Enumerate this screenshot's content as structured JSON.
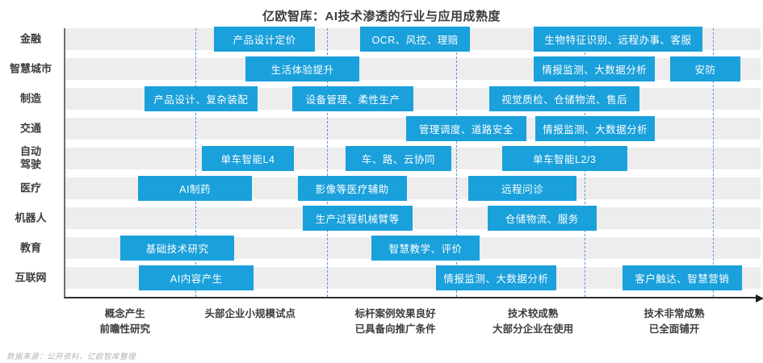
{
  "title": "亿欧智库：AI技术渗透的行业与应用成熟度",
  "source_note": "数据来源：公开资料、亿欧智库整理",
  "colors": {
    "box_blue": "#1aa0db",
    "band_gray": "#ededee",
    "gridline_blue": "#5b9bd5",
    "axis_dark": "#2f2f2f",
    "text_dark": "#3d3d3d"
  },
  "chart_data": {
    "type": "bar",
    "subtype": "horizontal-gantt-maturity-matrix",
    "title": "亿欧智库：AI技术渗透的行业与应用成熟度",
    "legend": "none",
    "grid": "dashed vertical stage dividers",
    "x_axis": {
      "kind": "application maturity (left = emerging, right = mature)",
      "arrow_right": true,
      "gridlines_pct": [
        18.7,
        37.6,
        56.2,
        74.7,
        93.2
      ],
      "stages": [
        {
          "label": "概念产生\n前瞻性研究",
          "center_pct": 8.8
        },
        {
          "label": "头部企业小规模试点",
          "center_pct": 26.8
        },
        {
          "label": "标杆案例效果良好\n已具备向推广条件",
          "center_pct": 47.7
        },
        {
          "label": "技术较成熟\n大部分企业在使用",
          "center_pct": 67.5
        },
        {
          "label": "技术非常成熟\n已全面铺开",
          "center_pct": 87.8
        }
      ]
    },
    "rows": [
      {
        "industry": "金融",
        "apps": [
          {
            "label": "产品设计定价",
            "from_pct": 21.4,
            "to_pct": 35.9
          },
          {
            "label": "OCR、风控、理赔",
            "from_pct": 42.4,
            "to_pct": 58.2
          },
          {
            "label": "生物特征识别、远程办事、客服",
            "from_pct": 67.4,
            "to_pct": 91.6
          }
        ]
      },
      {
        "industry": "智慧城市",
        "apps": [
          {
            "label": "生活体验提升",
            "from_pct": 25.9,
            "to_pct": 42.3
          },
          {
            "label": "情报监测、大数据分析",
            "from_pct": 67.4,
            "to_pct": 84.8
          },
          {
            "label": "安防",
            "from_pct": 87.0,
            "to_pct": 97.1
          }
        ]
      },
      {
        "industry": "制造",
        "apps": [
          {
            "label": "产品设计、复杂装配",
            "from_pct": 11.4,
            "to_pct": 27.6
          },
          {
            "label": "设备管理、柔性生产",
            "from_pct": 32.6,
            "to_pct": 50.1
          },
          {
            "label": "视觉质检、仓储物流、售后",
            "from_pct": 61.0,
            "to_pct": 82.6
          }
        ]
      },
      {
        "industry": "交通",
        "apps": [
          {
            "label": "管理调度、道路安全",
            "from_pct": 49.0,
            "to_pct": 66.3
          },
          {
            "label": "情报监测、大数据分析",
            "from_pct": 67.6,
            "to_pct": 84.8
          }
        ]
      },
      {
        "industry": "自动\n驾驶",
        "apps": [
          {
            "label": "单车智能L4",
            "from_pct": 19.6,
            "to_pct": 32.9
          },
          {
            "label": "车、路、云协同",
            "from_pct": 40.3,
            "to_pct": 55.5
          },
          {
            "label": "单车智能L2/3",
            "from_pct": 62.8,
            "to_pct": 80.8
          }
        ]
      },
      {
        "industry": "医疗",
        "apps": [
          {
            "label": "AI制药",
            "from_pct": 10.5,
            "to_pct": 26.8
          },
          {
            "label": "影像等医疗辅助",
            "from_pct": 33.4,
            "to_pct": 49.1
          },
          {
            "label": "远程问诊",
            "from_pct": 58.0,
            "to_pct": 73.5
          }
        ]
      },
      {
        "industry": "机器人",
        "apps": [
          {
            "label": "生产过程机械臂等",
            "from_pct": 34.1,
            "to_pct": 49.9
          },
          {
            "label": "仓储物流、服务",
            "from_pct": 60.7,
            "to_pct": 76.4
          }
        ]
      },
      {
        "industry": "教育",
        "apps": [
          {
            "label": "基础技术研究",
            "from_pct": 7.9,
            "to_pct": 24.3
          },
          {
            "label": "智慧教学、评价",
            "from_pct": 44.0,
            "to_pct": 59.6
          }
        ]
      },
      {
        "industry": "互联网",
        "apps": [
          {
            "label": "AI内容产生",
            "from_pct": 10.6,
            "to_pct": 27.1
          },
          {
            "label": "情报监测、大数据分析",
            "from_pct": 53.3,
            "to_pct": 70.6
          },
          {
            "label": "客户触达、智慧营销",
            "from_pct": 80.1,
            "to_pct": 97.3
          }
        ]
      }
    ]
  }
}
